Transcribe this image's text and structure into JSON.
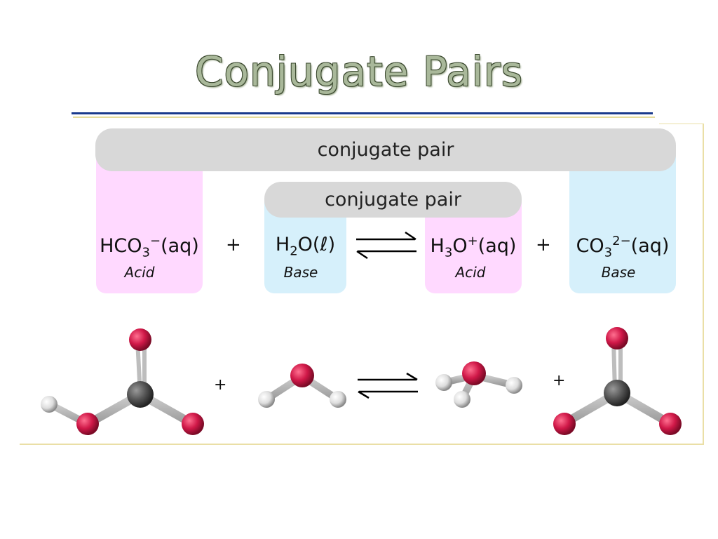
{
  "slide": {
    "title": "Conjugate Pairs"
  },
  "diagram": {
    "outer_pair_label": "conjugate pair",
    "inner_pair_label": "conjugate pair",
    "species": [
      {
        "formula": "HCO",
        "sub": "3",
        "sup": "−",
        "state": "(aq)",
        "role": "Acid"
      },
      {
        "formula": "H",
        "sub": "2",
        "rest": "O(ℓ)",
        "role": "Base"
      },
      {
        "formula": "H",
        "sub": "3",
        "rest": "O",
        "sup": "+",
        "state": "(aq)",
        "role": "Acid"
      },
      {
        "formula": "CO",
        "sub": "3",
        "sup": "2−",
        "state": "(aq)",
        "role": "Base"
      }
    ],
    "plus": "+",
    "colors": {
      "acid": "#ffd9ff",
      "base": "#d6f0fb",
      "pair_bar": "#d8d8d8",
      "oxygen": "#d01848",
      "carbon": "#555555",
      "hydrogen": "#dddddd"
    }
  }
}
